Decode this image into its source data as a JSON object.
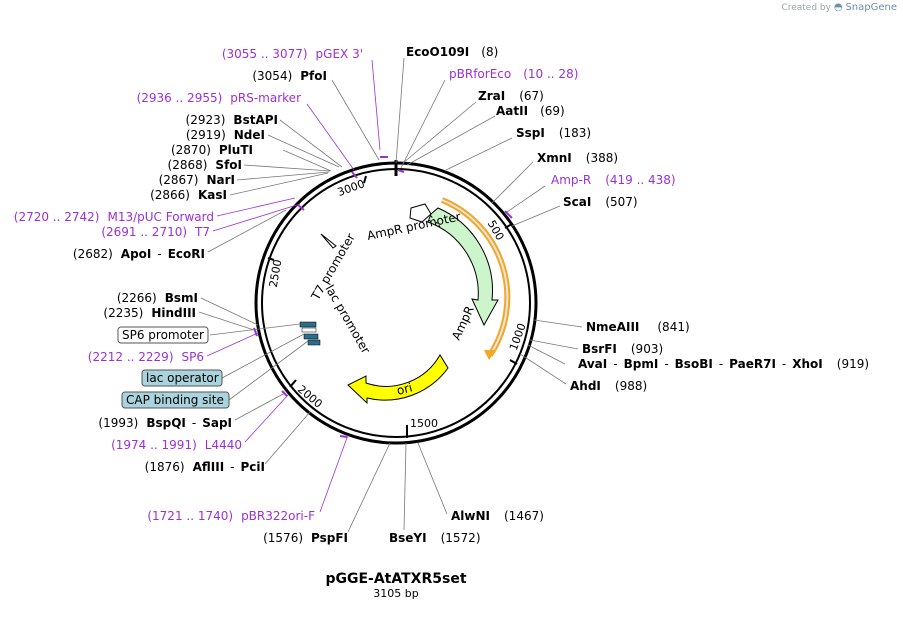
{
  "credit": {
    "prefix": "Created by",
    "brand": "SnapGene"
  },
  "plasmid": {
    "name": "pGGE-AtATXR5set",
    "length_label": "3105 bp",
    "length": 3105
  },
  "tick_labels": [
    "500",
    "1000",
    "1500",
    "2000",
    "2500",
    "3000"
  ],
  "features": {
    "ampr": "AmpR",
    "ampr_promoter": "AmpR promoter",
    "ori": "ori",
    "t7_promoter": "T7 promoter",
    "lac_promoter": "lac promoter"
  },
  "right_labels": {
    "ecoo109i": {
      "name": "EcoO109I",
      "pos": "(8)"
    },
    "pbrforeco": {
      "name": "pBRforEco",
      "pos": "(10 .. 28)"
    },
    "zrai": {
      "name": "ZraI",
      "pos": "(67)"
    },
    "aatii": {
      "name": "AatII",
      "pos": "(69)"
    },
    "sspi": {
      "name": "SspI",
      "pos": "(183)"
    },
    "xmni": {
      "name": "XmnI",
      "pos": "(388)"
    },
    "ampr_primer": {
      "name": "Amp-R",
      "pos": "(419 .. 438)"
    },
    "scai": {
      "name": "ScaI",
      "pos": "(507)"
    },
    "nmeaiii": {
      "name": "NmeAIII",
      "pos": "(841)"
    },
    "bsrfi": {
      "name": "BsrFI",
      "pos": "(903)"
    },
    "aval_group": {
      "names": [
        "AvaI",
        "BpmI",
        "BsoBI",
        "PaeR7I",
        "XhoI"
      ],
      "pos": "(919)"
    },
    "ahdi": {
      "name": "AhdI",
      "pos": "(988)"
    },
    "alwni": {
      "name": "AlwNI",
      "pos": "(1467)"
    },
    "bseyi": {
      "name": "BseYI",
      "pos": "(1572)"
    }
  },
  "left_labels": {
    "pgex3": {
      "name": "pGEX 3'",
      "pos": "(3055 .. 3077)"
    },
    "pfoi": {
      "name": "PfoI",
      "pos": "(3054)"
    },
    "prs_marker": {
      "name": "pRS-marker",
      "pos": "(2936 .. 2955)"
    },
    "bstapi": {
      "name": "BstAPI",
      "pos": "(2923)"
    },
    "ndei": {
      "name": "NdeI",
      "pos": "(2919)"
    },
    "pluti": {
      "name": "PluTI",
      "pos": "(2870)"
    },
    "sfoi": {
      "name": "SfoI",
      "pos": "(2868)"
    },
    "nari": {
      "name": "NarI",
      "pos": "(2867)"
    },
    "kasi": {
      "name": "KasI",
      "pos": "(2866)"
    },
    "m13": {
      "name": "M13/pUC Forward",
      "pos": "(2720 .. 2742)"
    },
    "t7": {
      "name": "T7",
      "pos": "(2691 .. 2710)"
    },
    "apoi": {
      "names": [
        "ApoI",
        "EcoRI"
      ],
      "pos": "(2682)"
    },
    "bsmi": {
      "name": "BsmI",
      "pos": "(2266)"
    },
    "hindiii": {
      "name": "HindIII",
      "pos": "(2235)"
    },
    "sp6_promoter": {
      "name": "SP6 promoter"
    },
    "sp6": {
      "name": "SP6",
      "pos": "(2212 .. 2229)"
    },
    "lac_operator": {
      "name": "lac operator"
    },
    "cap_site": {
      "name": "CAP binding site"
    },
    "bspqi": {
      "names": [
        "BspQI",
        "SapI"
      ],
      "pos": "(1993)"
    },
    "l4440": {
      "name": "L4440",
      "pos": "(1974 .. 1991)"
    },
    "aflIII": {
      "names": [
        "AflIII",
        "PciI"
      ],
      "pos": "(1876)"
    },
    "pbr322ori": {
      "name": "pBR322ori-F",
      "pos": "(1721 .. 1740)"
    },
    "pspfi": {
      "name": "PspFI",
      "pos": "(1576)"
    }
  },
  "colors": {
    "primer": "#9b30d6",
    "ampr_fill": "#ccf5cc",
    "ori_fill": "#ffff00",
    "primer_band": "#f5a623",
    "feature_box": "#a9d4de"
  }
}
